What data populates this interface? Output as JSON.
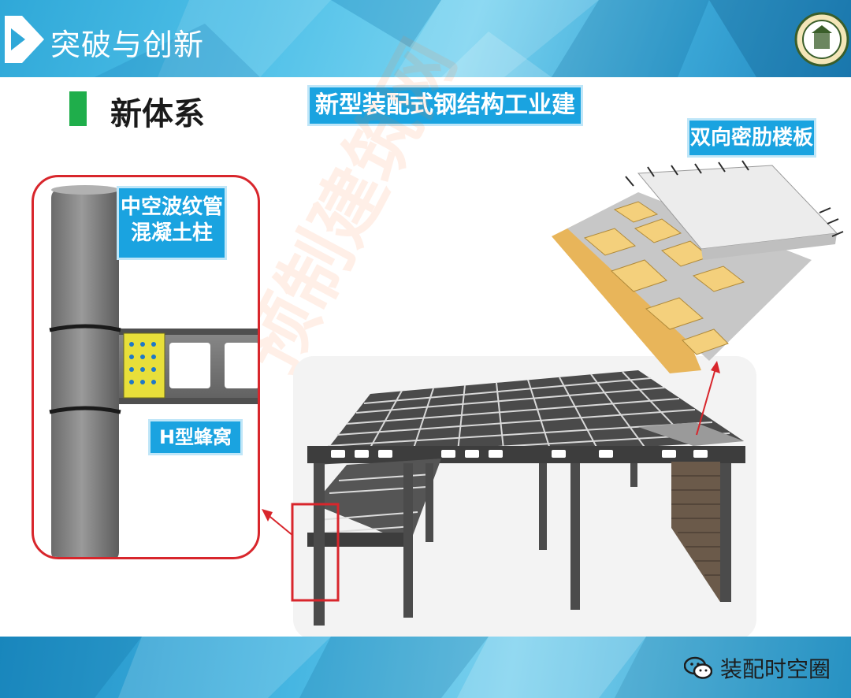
{
  "header": {
    "title": "突破与创新"
  },
  "section": {
    "title": "新体系"
  },
  "labels": {
    "main": "新型装配式钢结构工业建筑",
    "floor": "双向密肋楼板",
    "column_line1": "中空波纹管",
    "column_line2": "混凝土柱",
    "beam": "H型蜂窝梁"
  },
  "footer": {
    "account": "装配时空圈"
  },
  "colors": {
    "accent_blue": "#1aa3e0",
    "highlight_red": "#d8262c",
    "bullet_green": "#1fae4b"
  }
}
